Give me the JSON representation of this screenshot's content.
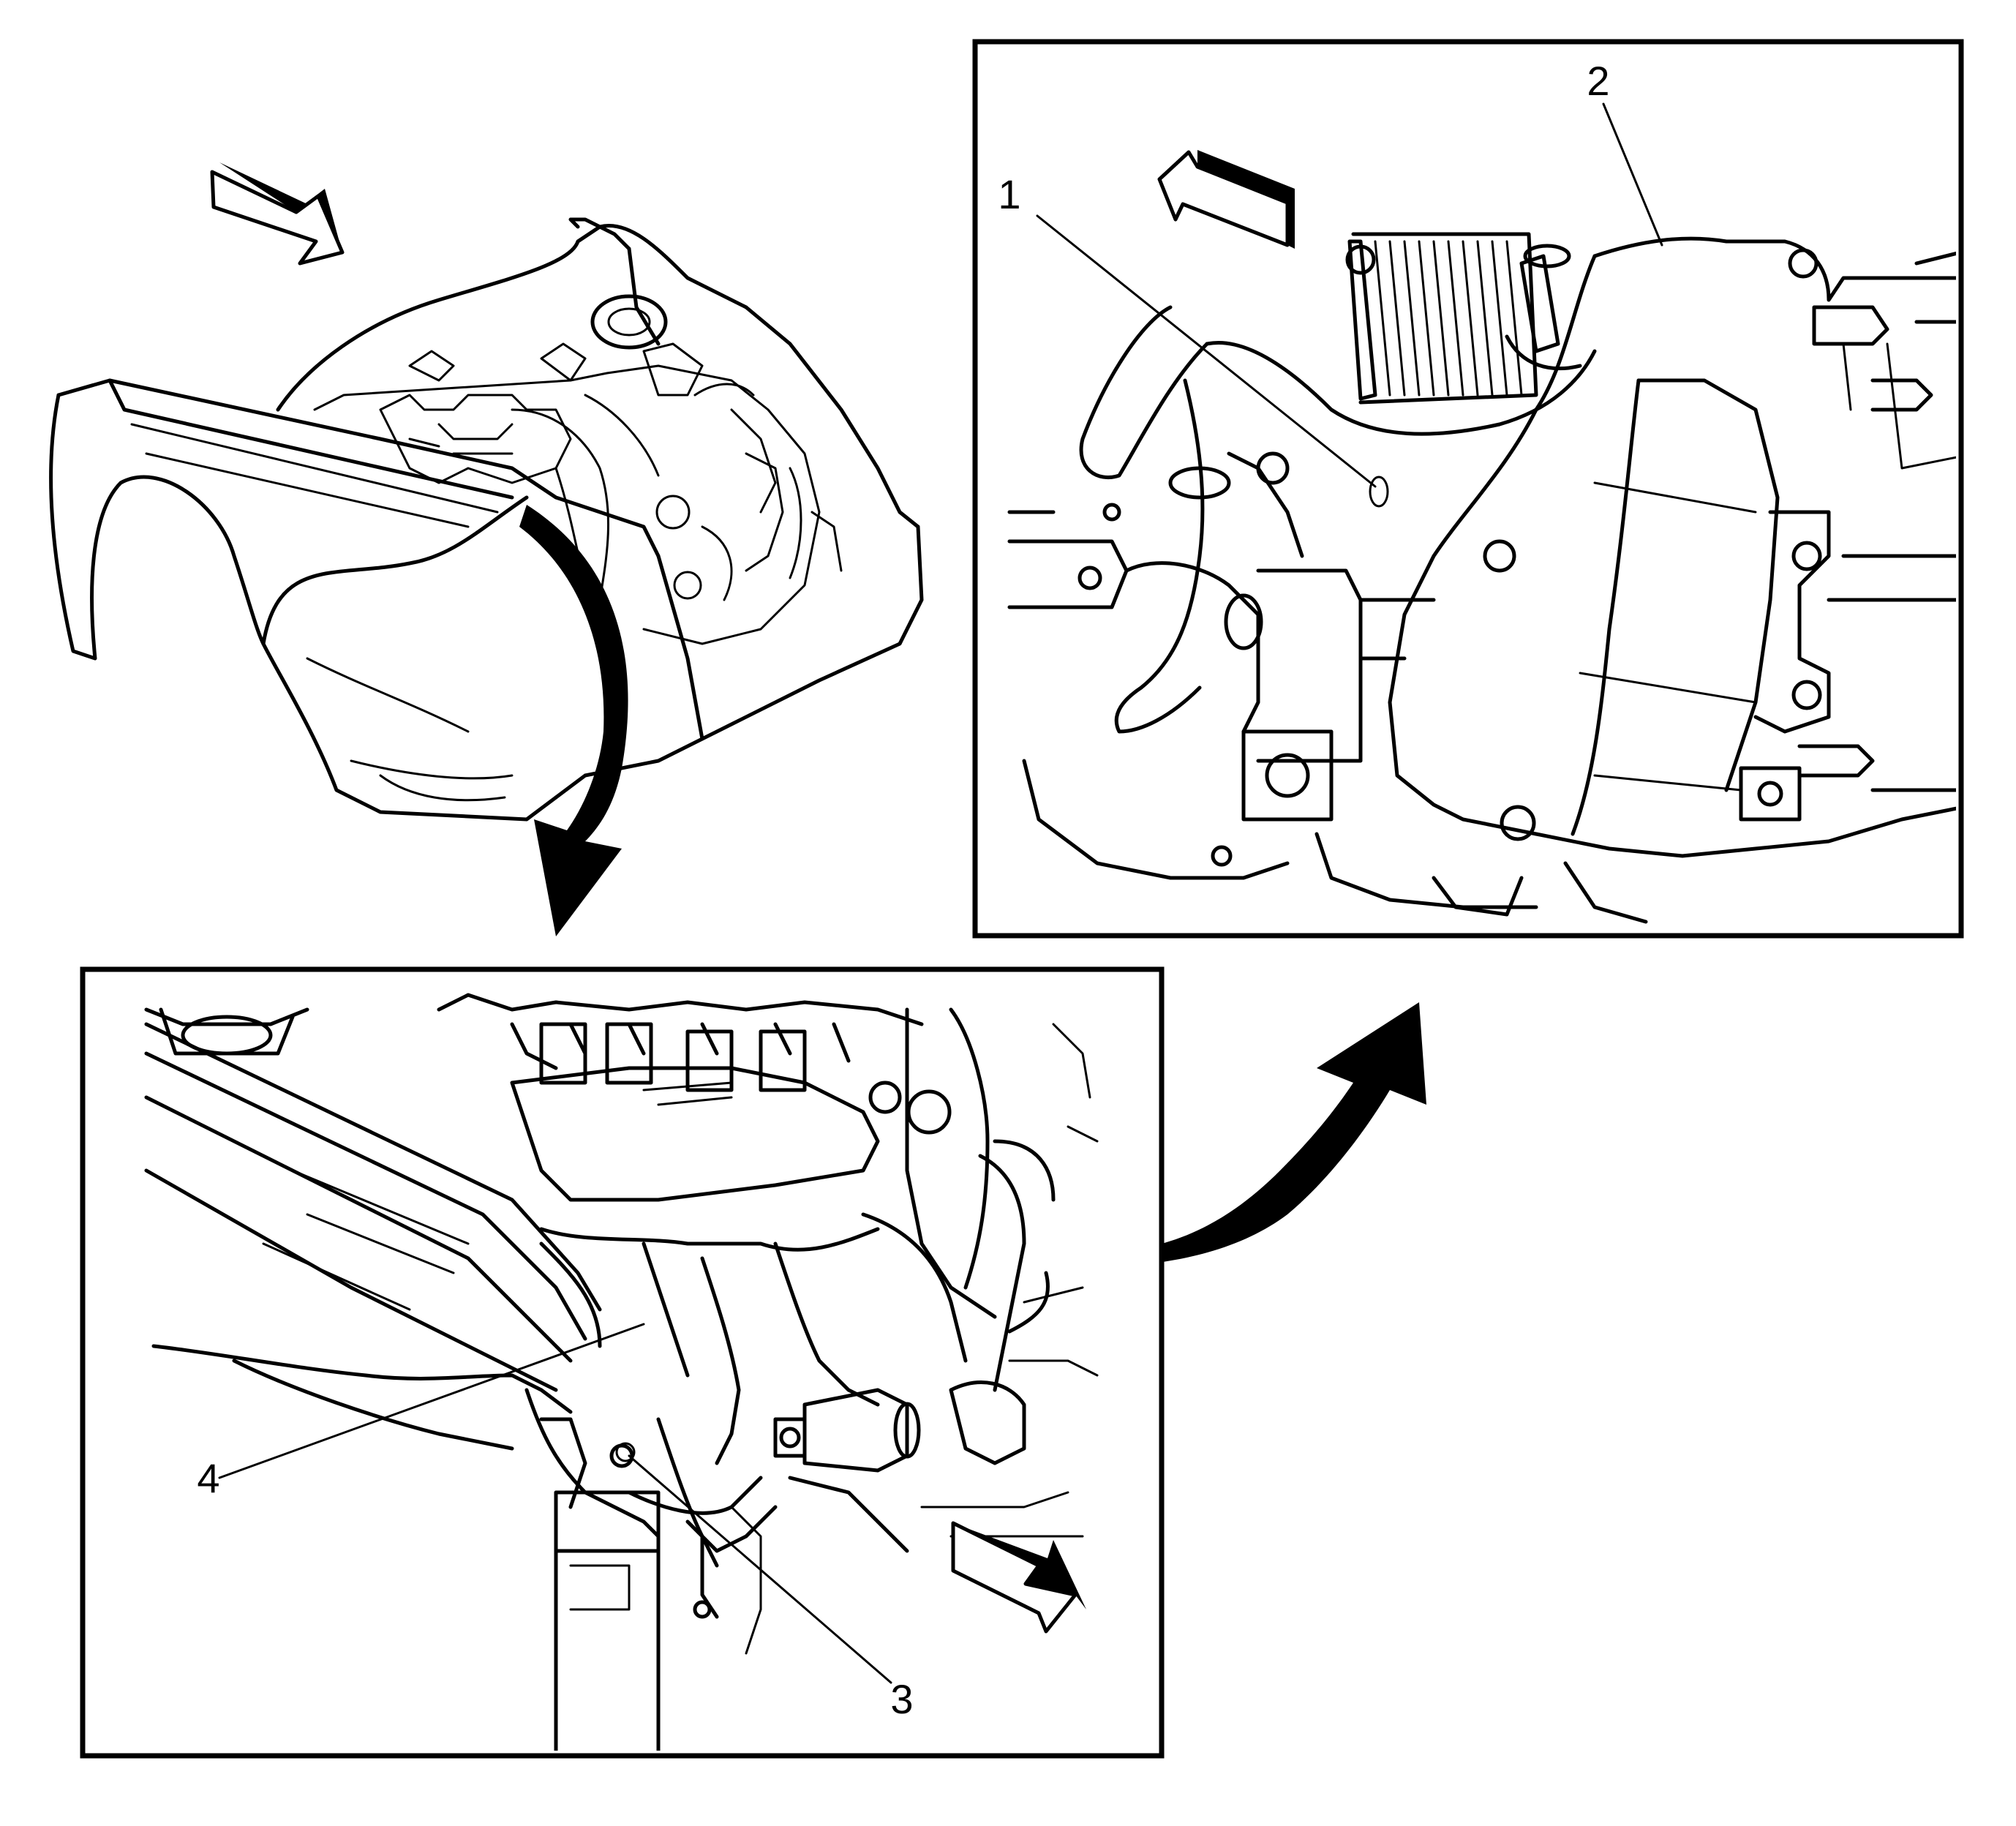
{
  "callouts": [
    {
      "id": "1",
      "text": "1"
    },
    {
      "id": "2",
      "text": "2"
    },
    {
      "id": "3",
      "text": "3"
    },
    {
      "id": "4",
      "text": "4"
    }
  ],
  "colors": {
    "ink": "#000000",
    "paper": "#ffffff"
  },
  "icons": [
    "front-direction-arrow-icon",
    "transition-arrow-icon"
  ]
}
